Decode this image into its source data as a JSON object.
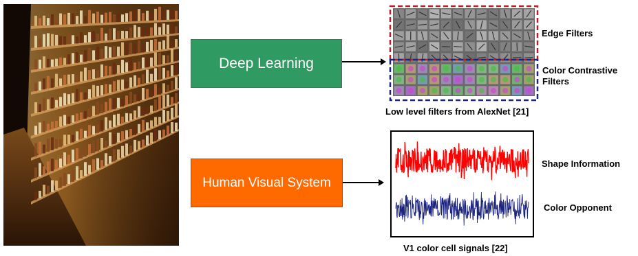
{
  "left_image": {
    "description_icon": "library-bookshelves-photo"
  },
  "deep_learning_box": {
    "label": "Deep Learning",
    "color": "#2f9a62"
  },
  "human_visual_box": {
    "label": "Human Visual System",
    "color": "#ff6a00"
  },
  "filters_panel": {
    "edge_label": "Edge Filters",
    "color_label_line1": "Color Contrastive",
    "color_label_line2": "Filters",
    "caption": "Low level filters from AlexNet [21]",
    "edge_border_color": "#b0202a",
    "color_border_color": "#1a237e"
  },
  "signal_panel": {
    "shape_label": "Shape Information",
    "color_label": "Color Opponent",
    "caption": "V1 color cell signals  [22]",
    "shape_signal_color": "#ff0000",
    "color_signal_color": "#1a237e"
  }
}
